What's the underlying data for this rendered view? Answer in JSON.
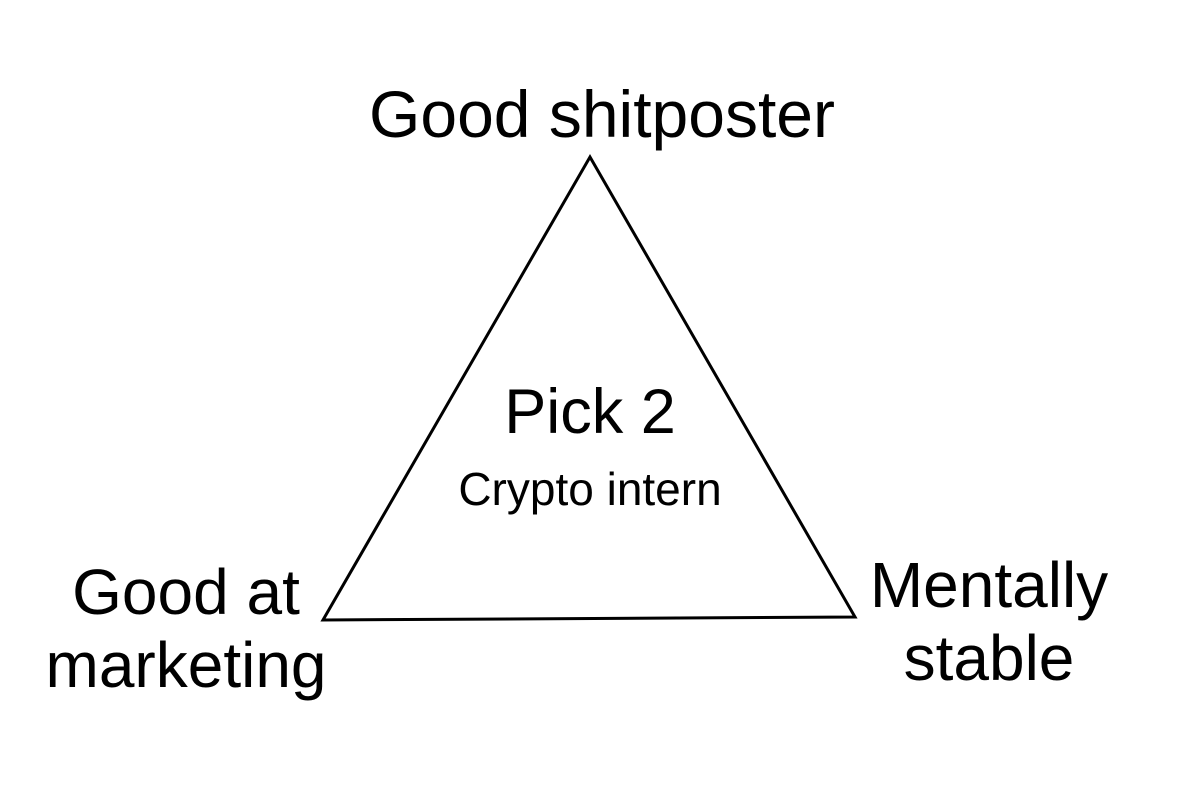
{
  "diagram": {
    "vertices": {
      "top": "Good shitposter",
      "left": [
        "Good at",
        "marketing"
      ],
      "right": [
        "Mentally",
        "stable"
      ]
    },
    "center": {
      "title": "Pick 2",
      "subtitle": "Crypto intern"
    },
    "colors": {
      "stroke": "#000000",
      "background": "#ffffff"
    }
  }
}
